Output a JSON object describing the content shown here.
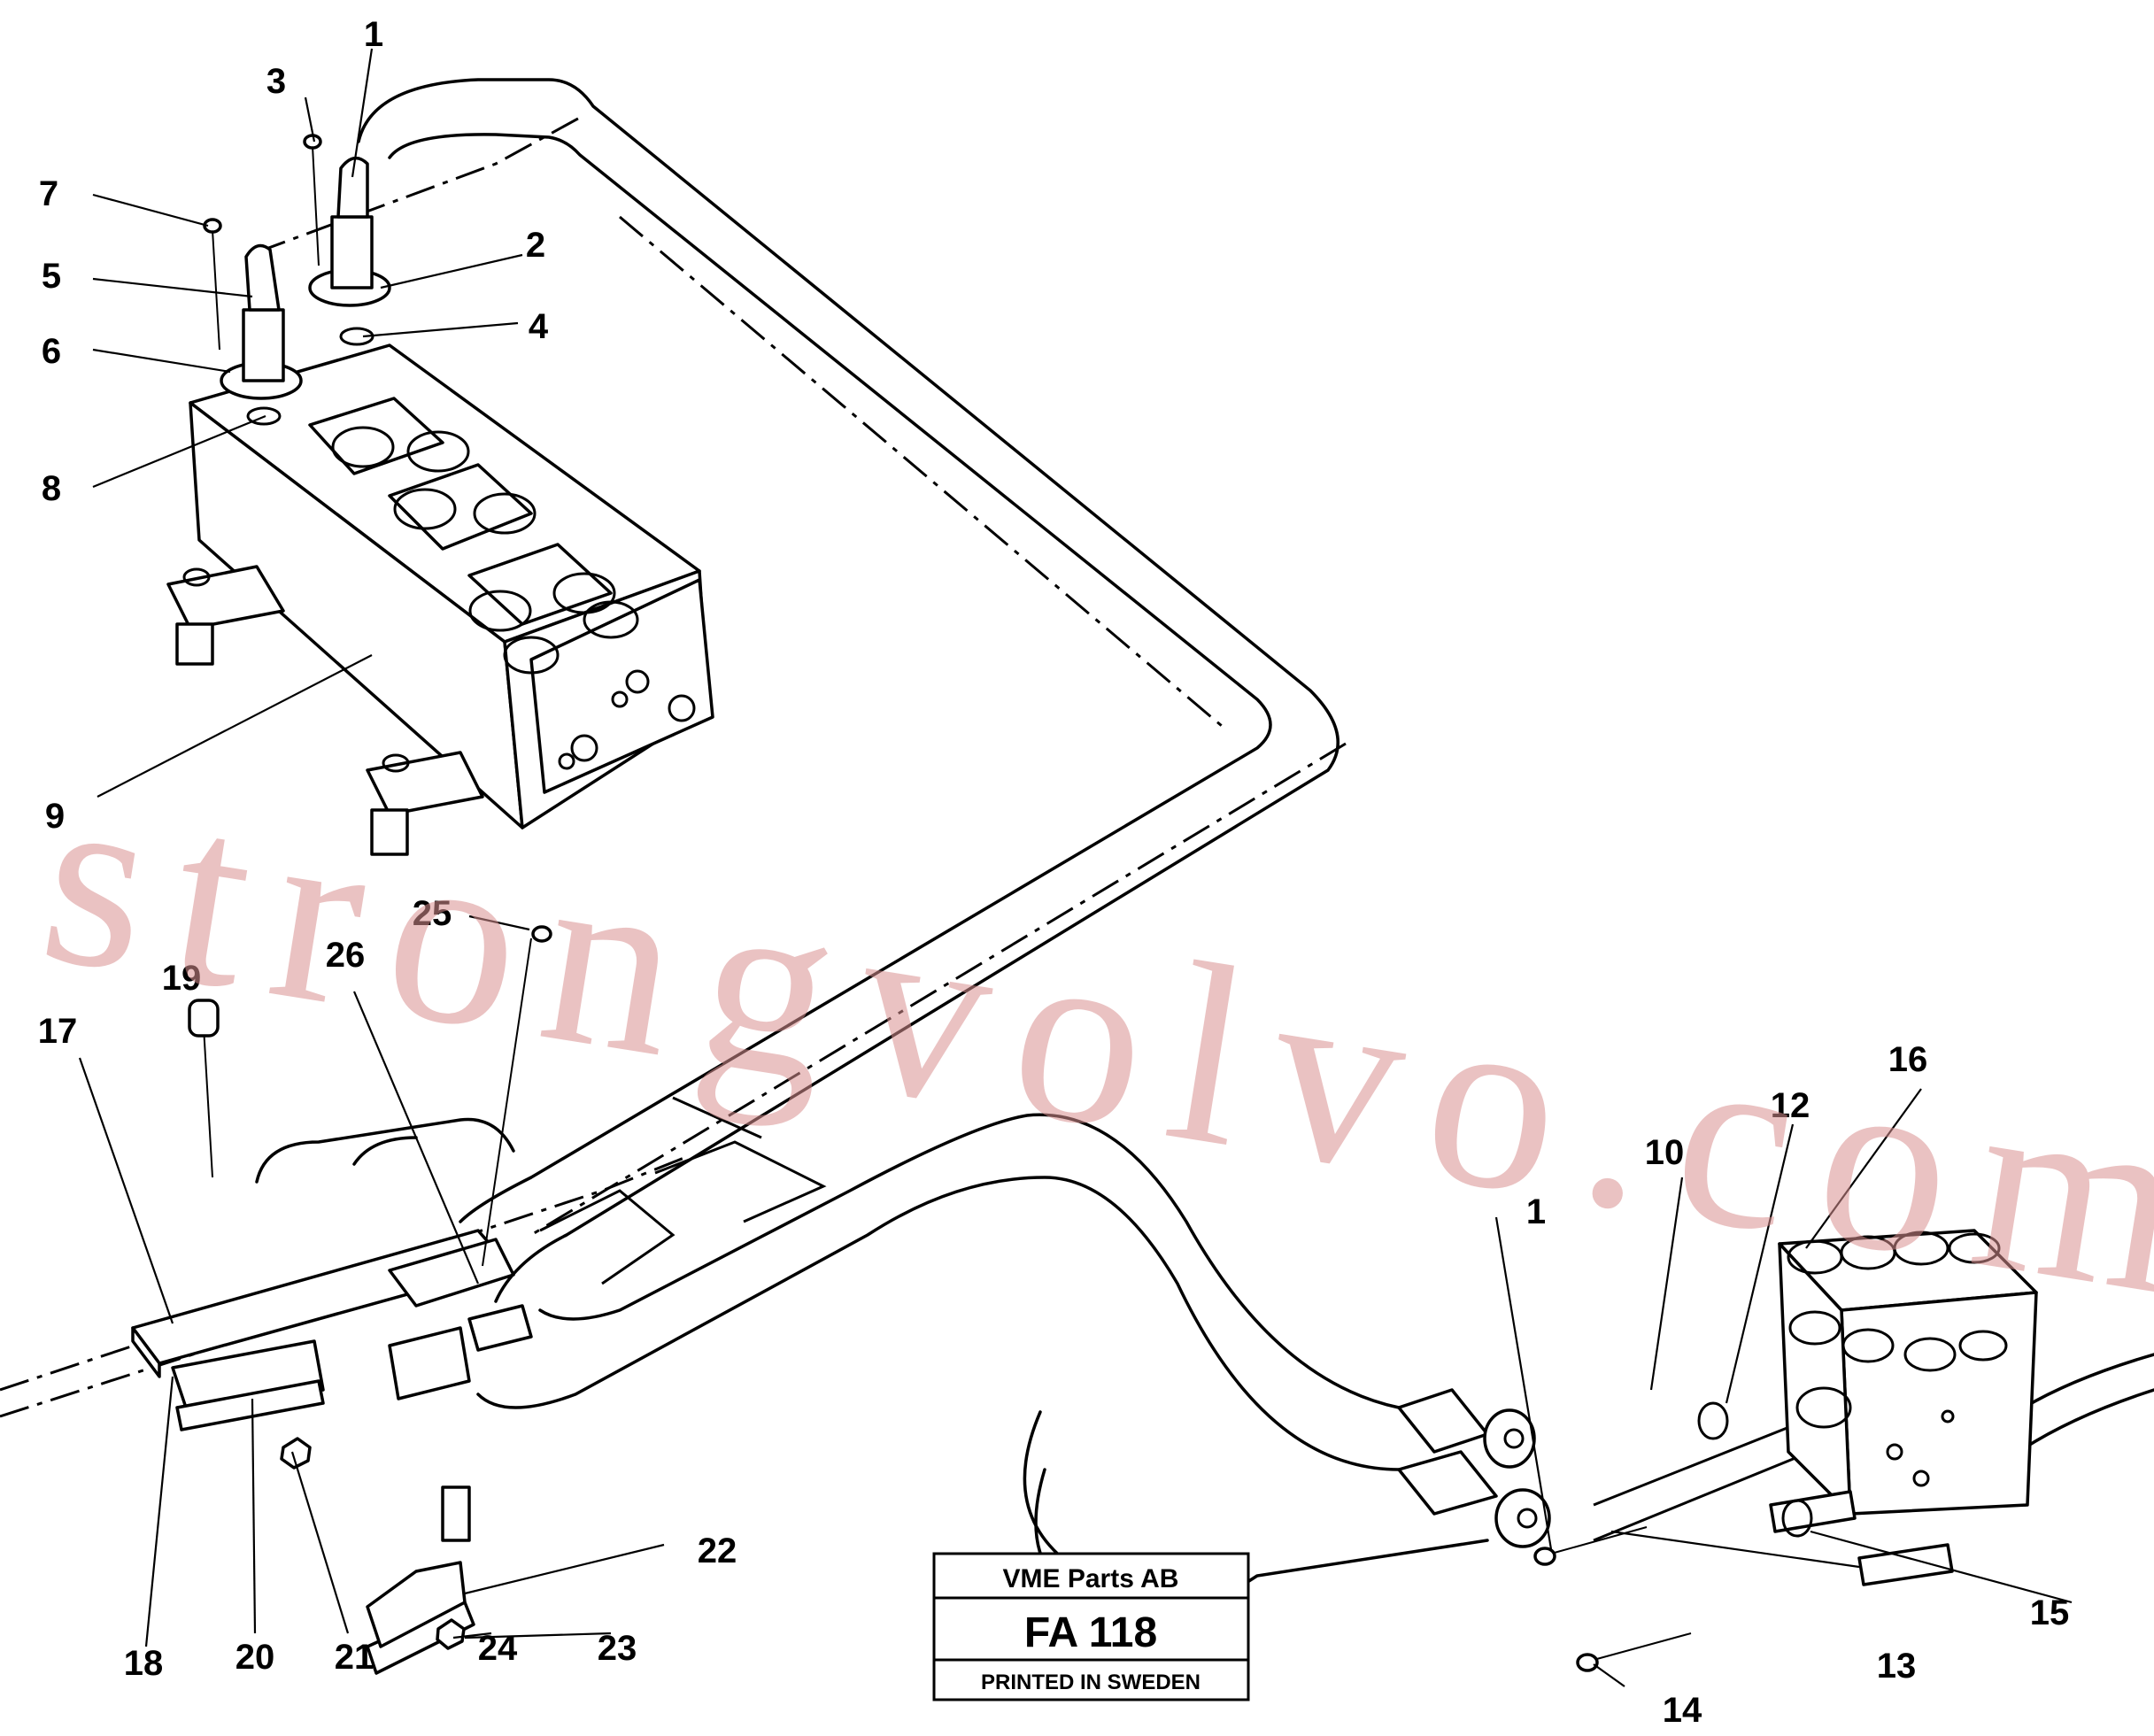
{
  "watermark": "strongvolvo.com",
  "title_block": {
    "company": "VME Parts AB",
    "drawing_number": "FA 118",
    "printed": "PRINTED IN SWEDEN"
  },
  "callouts": {
    "c1a": "1",
    "c1b": "1",
    "c2": "2",
    "c3": "3",
    "c4": "4",
    "c5": "5",
    "c6": "6",
    "c7": "7",
    "c8": "8",
    "c9": "9",
    "c10": "10",
    "c12": "12",
    "c13": "13",
    "c14": "14",
    "c15": "15",
    "c16": "16",
    "c17": "17",
    "c18": "18",
    "c19": "19",
    "c20": "20",
    "c21": "21",
    "c22": "22",
    "c23": "23",
    "c24": "24",
    "c25": "25",
    "c26": "26"
  }
}
